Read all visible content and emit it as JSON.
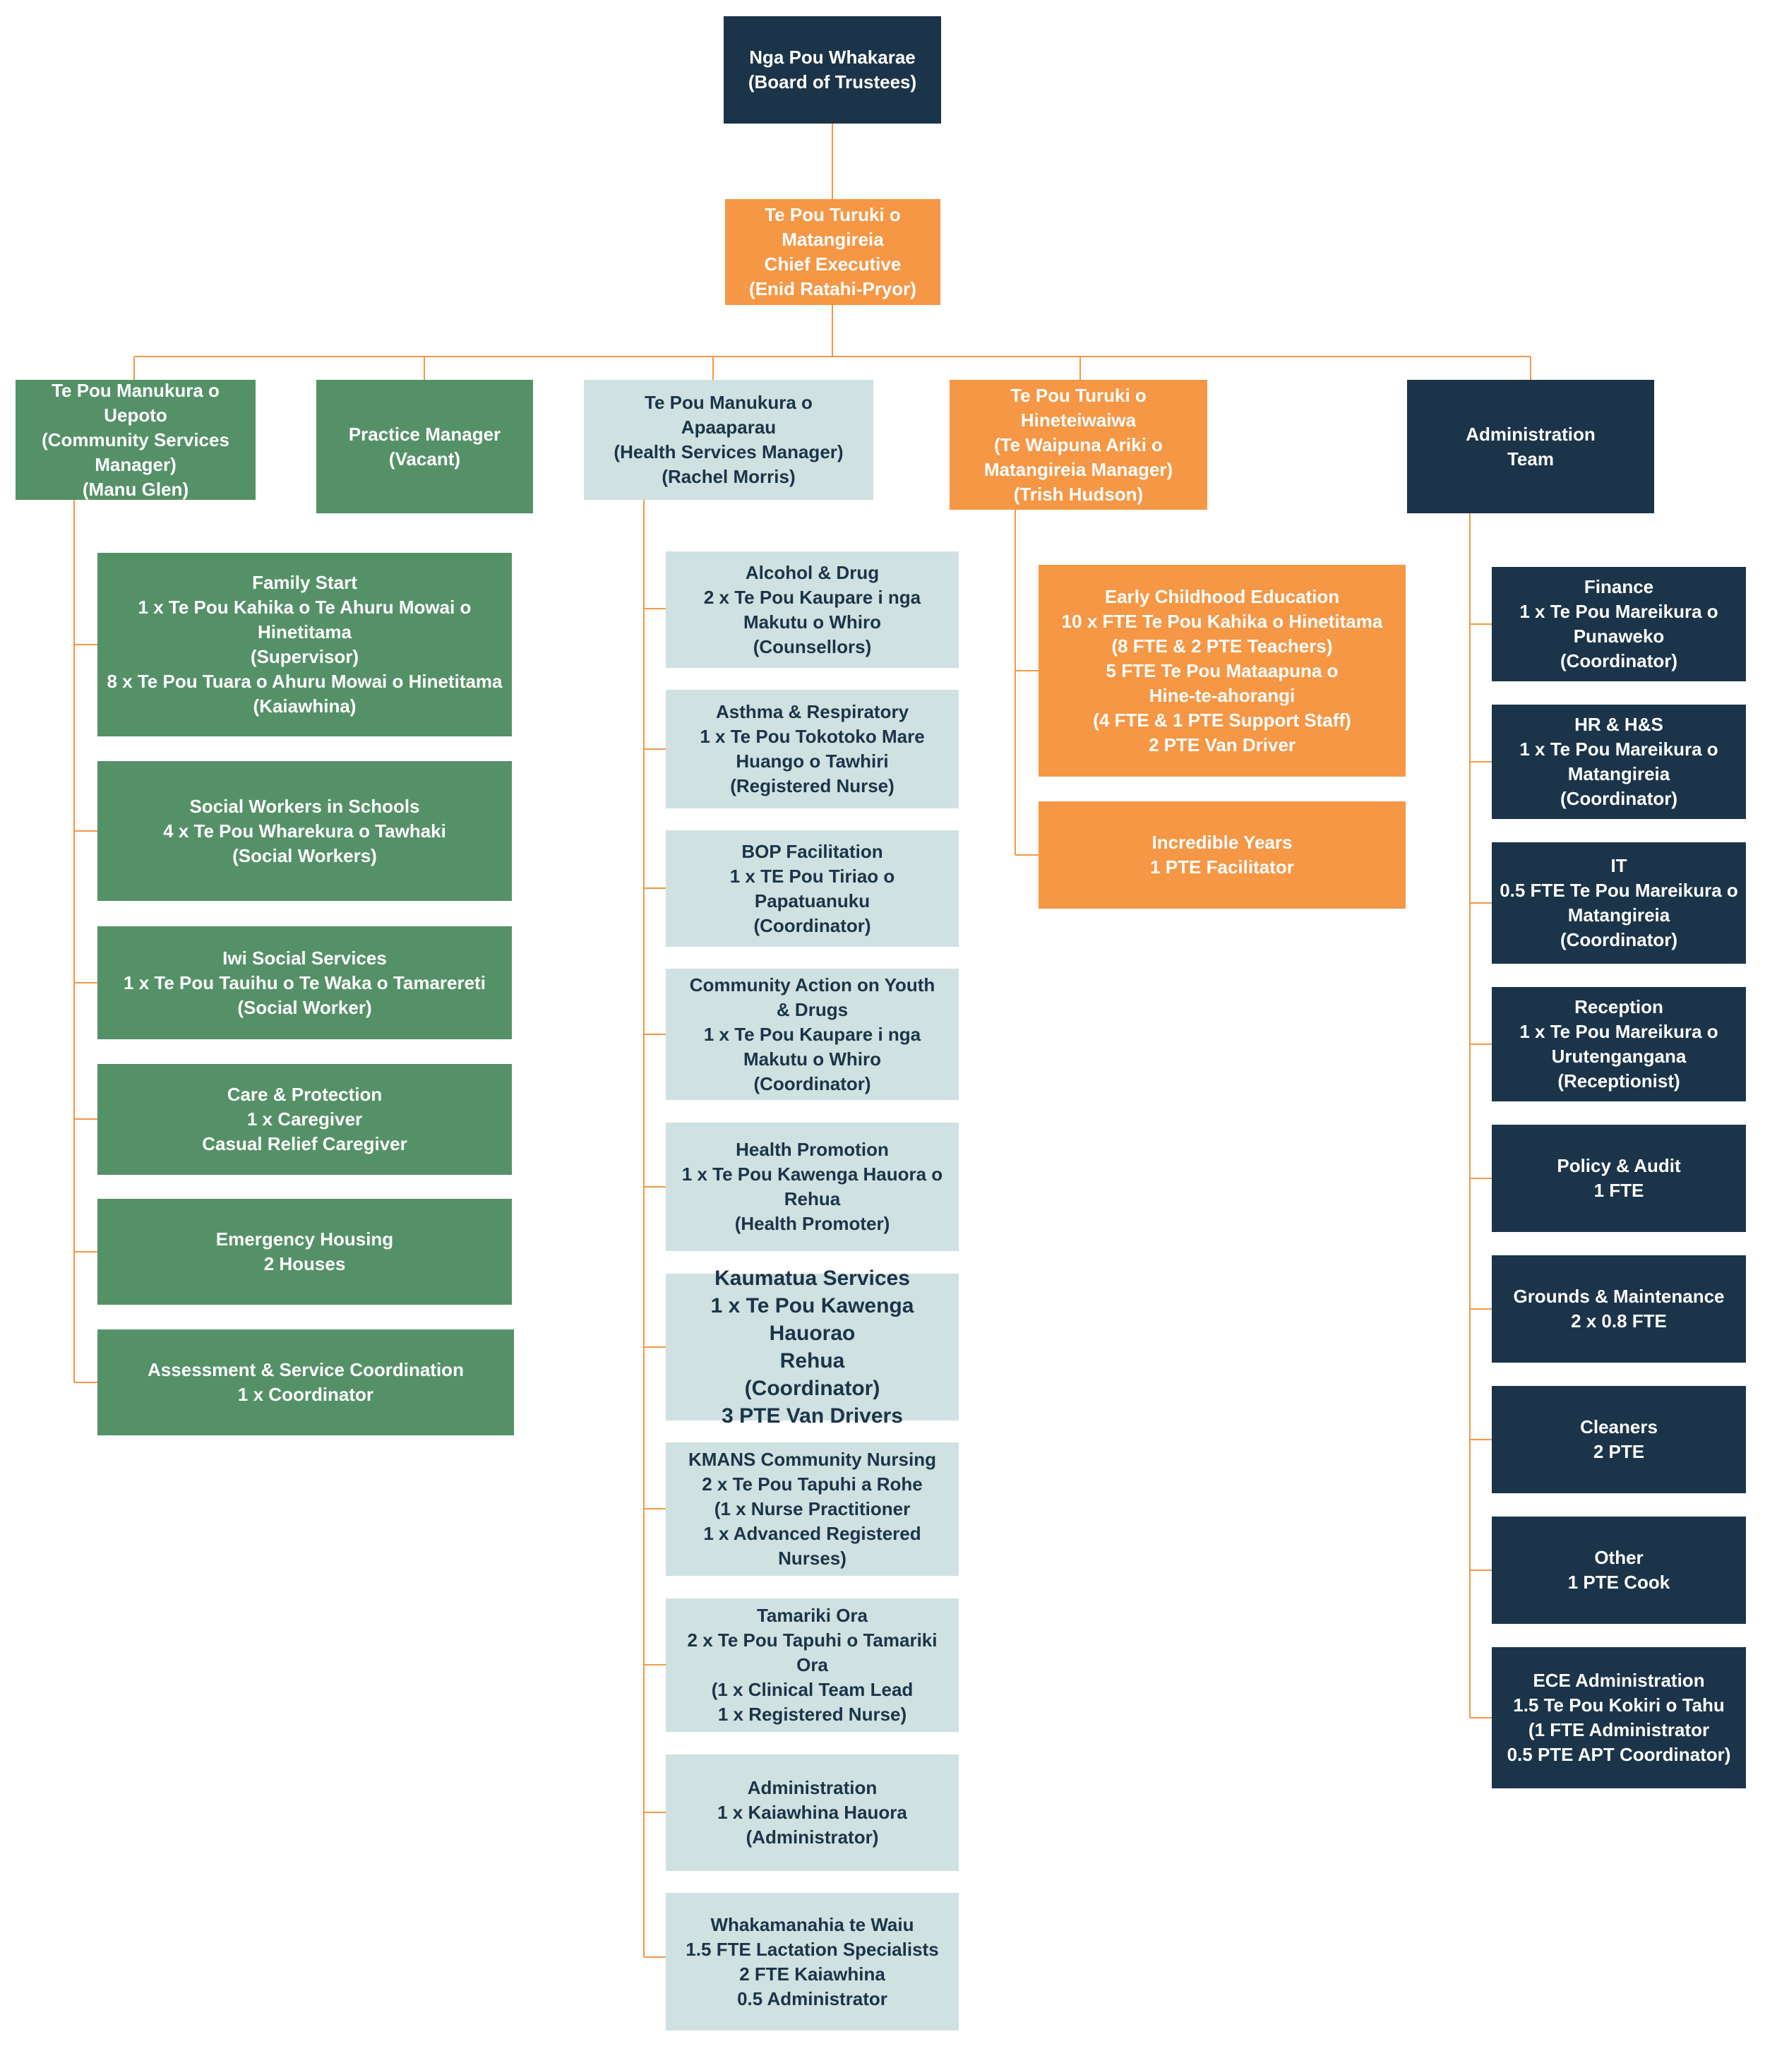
{
  "board": "Nga Pou Whakarae\n(Board of Trustees)",
  "ceo": "Te Pou Turuki o\nMatangireia\nChief Executive\n(Enid Ratahi-Pryor)",
  "managers": {
    "community": "Te Pou Manukura o Uepoto\n(Community Services\nManager)\n(Manu Glen)",
    "practice": "Practice Manager\n(Vacant)",
    "health": "Te Pou Manukura o\nApaaparau\n(Health Services Manager)\n(Rachel Morris)",
    "hineteiwaiwa": "Te Pou Turuki o\nHineteiwaiwa\n(Te Waipuna Ariki o\nMatangireia Manager)\n(Trish Hudson)",
    "admin": "Administration\nTeam"
  },
  "community_services": [
    "Family Start\n1 x Te Pou Kahika o Te Ahuru Mowai o\nHinetitama\n(Supervisor)\n8 x Te Pou Tuara o Ahuru Mowai o Hinetitama\n(Kaiawhina)",
    "Social Workers in Schools\n4 x Te Pou Wharekura o Tawhaki\n(Social Workers)",
    "Iwi Social Services\n1 x Te Pou Tauihu o Te Waka o Tamarereti\n(Social Worker)",
    "Care & Protection\n1 x Caregiver\nCasual Relief Caregiver",
    "Emergency Housing\n2 Houses",
    "Assessment & Service Coordination\n1 x Coordinator"
  ],
  "health_services": [
    "Alcohol & Drug\n2 x Te Pou Kaupare i nga\nMakutu o Whiro\n(Counsellors)",
    "Asthma & Respiratory\n1 x Te Pou Tokotoko Mare\nHuango o Tawhiri\n(Registered Nurse)",
    "BOP Facilitation\n1 x TE Pou Tiriao o\nPapatuanuku\n(Coordinator)",
    "Community Action on Youth\n& Drugs\n1 x Te Pou Kaupare i nga\nMakutu o Whiro\n(Coordinator)",
    "Health Promotion\n1 x Te Pou Kawenga Hauora o\nRehua\n(Health Promoter)",
    "Kaumatua Services\n1 x Te Pou Kawenga Hauorao\nRehua\n(Coordinator)\n3 PTE Van Drivers",
    "KMANS Community Nursing\n2 x Te Pou Tapuhi a Rohe\n(1 x Nurse Practitioner\n1 x Advanced Registered\nNurses)",
    "Tamariki Ora\n2 x Te Pou Tapuhi o Tamariki\nOra\n(1 x Clinical Team Lead\n1 x Registered Nurse)",
    "Administration\n1 x Kaiawhina Hauora\n(Administrator)",
    "Whakamanahia te Waiu\n1.5 FTE Lactation Specialists\n2 FTE Kaiawhina\n0.5 Administrator"
  ],
  "hineteiwaiwa_services": [
    "Early Childhood Education\n10 x  FTE Te Pou Kahika o Hinetitama\n(8 FTE & 2 PTE Teachers)\n5 FTE Te Pou Mataapuna o\nHine-te-ahorangi\n(4 FTE & 1 PTE Support Staff)\n2 PTE Van Driver",
    "Incredible Years\n1 PTE Facilitator"
  ],
  "admin_services": [
    "Finance\n1 x Te Pou Mareikura o\nPunaweko\n(Coordinator)",
    "HR & H&S\n1 x Te Pou Mareikura o\nMatangireia\n(Coordinator)",
    "IT\n0.5 FTE Te Pou Mareikura o\nMatangireia\n(Coordinator)",
    "Reception\n1 x Te Pou Mareikura o\nUrutengangana\n(Receptionist)",
    "Policy & Audit\n1 FTE",
    "Grounds & Maintenance\n2 x 0.8 FTE",
    "Cleaners\n2 PTE",
    "Other\n1 PTE Cook",
    "ECE Administration\n1.5 Te Pou Kokiri o Tahu\n(1 FTE Administrator\n0.5 PTE APT Coordinator)"
  ],
  "colors": {
    "navy": "#1b3449",
    "orange": "#f59745",
    "green": "#559167",
    "light_teal": "#cfe1e0",
    "connector": "#f59745"
  }
}
